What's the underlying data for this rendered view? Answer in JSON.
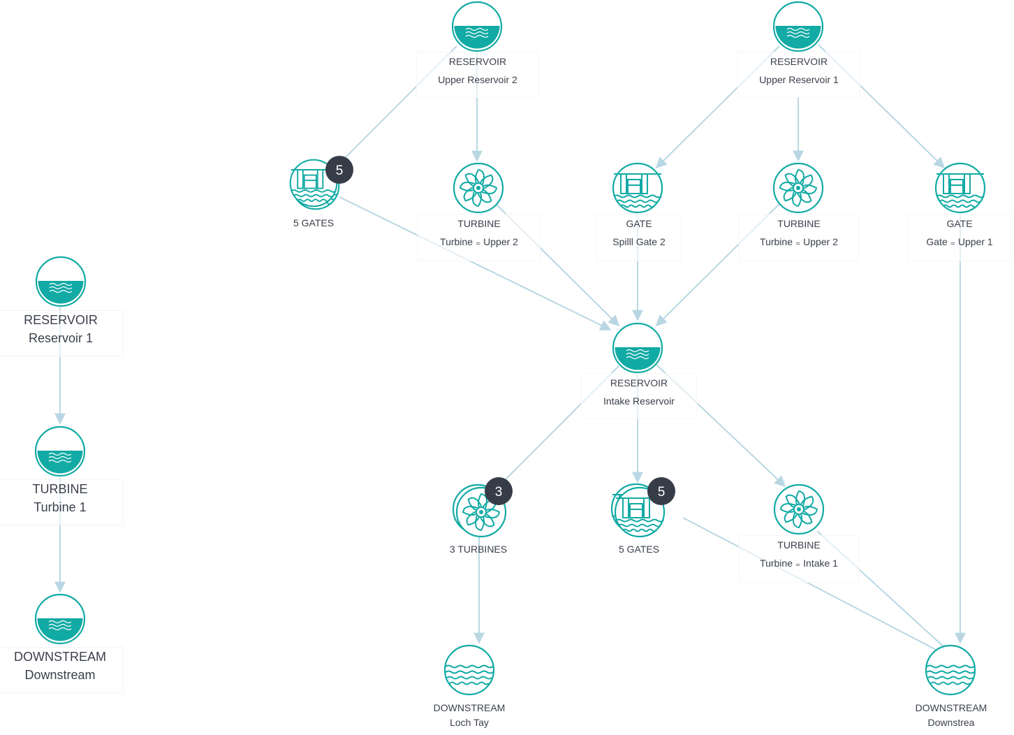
{
  "colors": {
    "teal": "#12aaa4",
    "edge": "#b9d7e3",
    "badge": "#363d48"
  },
  "left": {
    "reservoir": {
      "type": "RESERVOIR",
      "name": "Reservoir 1",
      "icon": "reservoir-icon"
    },
    "turbine": {
      "type": "TURBINE",
      "name": "Turbine 1",
      "icon": "reservoir-icon"
    },
    "downstream": {
      "type": "DOWNSTREAM",
      "name": "Downstream",
      "icon": "reservoir-icon"
    }
  },
  "upper_res2": {
    "type": "RESERVOIR",
    "name": "Upper Reservoir 2",
    "icon": "reservoir-icon"
  },
  "upper_res1": {
    "type": "RESERVOIR",
    "name": "Upper Reservoir 1",
    "icon": "reservoir-icon"
  },
  "gates_group_top": {
    "label": "5 GATES",
    "count": "5",
    "icon": "gate-icon"
  },
  "turbine_upper2_a": {
    "type": "TURBINE",
    "name": "Turbine ₌ Upper 2",
    "icon": "turbine-icon"
  },
  "gate_spill2": {
    "type": "GATE",
    "name": "Spilll Gate 2",
    "icon": "gate-icon"
  },
  "turbine_upper2_b": {
    "type": "TURBINE",
    "name": "Turbine ₌ Upper 2",
    "icon": "turbine-icon"
  },
  "gate_upper1": {
    "type": "GATE",
    "name": "Gate ₌ Upper 1",
    "icon": "gate-icon"
  },
  "intake_res": {
    "type": "RESERVOIR",
    "name": "Intake Reservoir",
    "icon": "reservoir-icon"
  },
  "turbines_group": {
    "label": "3 TURBINES",
    "count": "3",
    "icon": "turbine-icon"
  },
  "gates_group_bottom": {
    "label": "5 GATES",
    "count": "5",
    "icon": "gate-icon"
  },
  "turbine_intake1": {
    "type": "TURBINE",
    "name": "Turbine ₌ Intake 1",
    "icon": "turbine-icon"
  },
  "loch_tay": {
    "type": "DOWNSTREAM",
    "name": "Loch Tay",
    "icon": "downstream-icon"
  },
  "downstrea": {
    "type": "DOWNSTREAM",
    "name": "Downstrea",
    "icon": "downstream-icon"
  }
}
